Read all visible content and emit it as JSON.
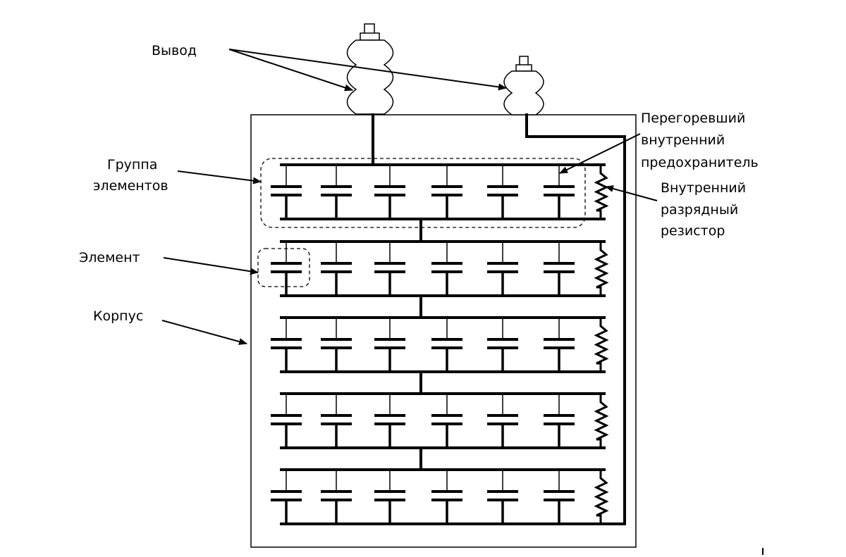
{
  "labels": {
    "terminal": "Вывод",
    "group_line1": "Группа",
    "group_line2": "элементов",
    "element": "Элемент",
    "case": "Корпус",
    "fuse_line1": "Перегоревший",
    "fuse_line2": "внутренний",
    "fuse_line3": "предохранитель",
    "resistor_line1": "Внутренний",
    "resistor_line2": "разрядный",
    "resistor_line3": "резистор"
  },
  "layout": {
    "group_count": 5,
    "capacitors_per_group": 6
  },
  "colors": {
    "line": "#000000",
    "background": "#ffffff"
  }
}
